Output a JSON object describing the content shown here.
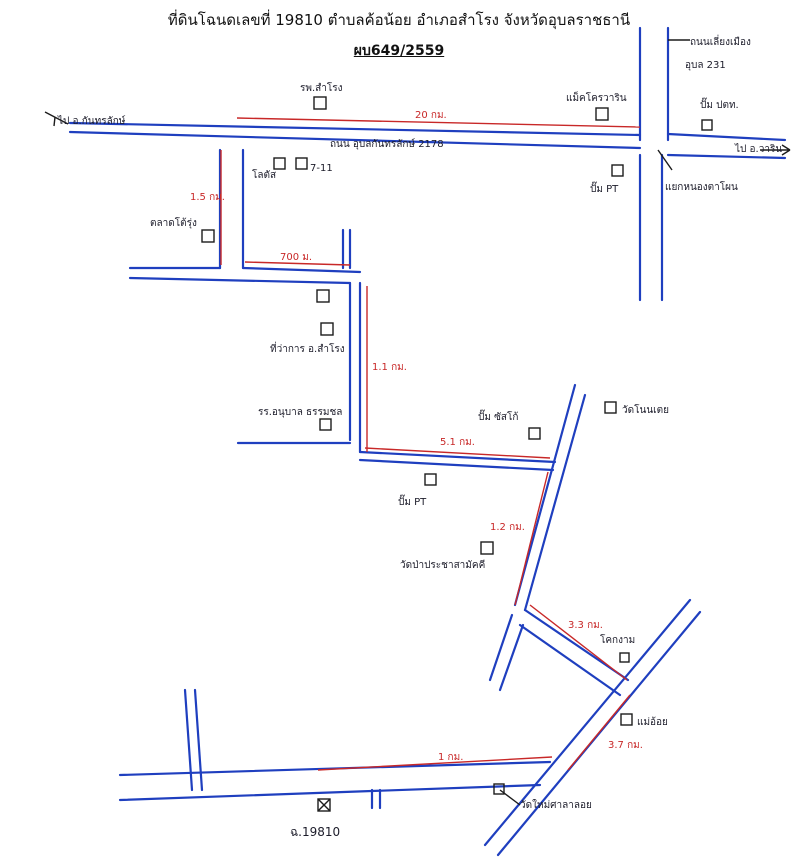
{
  "header": {
    "title": "ที่ดินโฉนดเลขที่ 19810 ตำบลค้อน้อย อำเภอสำโรง จังหวัดอุบลราชธานี",
    "subtitle": "ผบ649/2559"
  },
  "labels": {
    "road_main": "ถนน อุบลกันทรลักษ์ 2178",
    "to_kanthararak": "ไป อ.กันทรลักษ์",
    "to_warin": "ไป อ.วาริน",
    "road_231": "ถนนเลี่ยงเมือง",
    "road_231_no": "อุบล 231",
    "hospital_samrong": "รพ.สำโรง",
    "makro_warin": "แม็คโครวาริน",
    "gas_top": "ปั๊ม ปตท.",
    "intersection": "แยกหนองตาโผน",
    "lotus": "โลตัส",
    "seven": "7-11",
    "market": "ตลาดโต้รุ่ง",
    "gas_pt_right": "ปั๊ม PT",
    "amphoe_office": "ที่ว่าการ อ.สำโรง",
    "school": "รร.อนุบาล ธรรมชล",
    "pt_lower": "ปั๊ม PT",
    "gas_susco": "ปั๊ม ซัสโก้",
    "wat_nongtao": "วัดโนนเตย",
    "wat_pracha": "วัดป่าประชาสามัคคี",
    "kohngam": "โคกงาม",
    "mae_oi": "แม่อ้อย",
    "wat_maiklaw": "วัดใหม่ศาลาลอย",
    "parcel": "ฉ.19810"
  },
  "distances": {
    "d_top": "20 กม.",
    "d_15": "1.5 กม.",
    "d_700": "700 ม.",
    "d_11": "1.1 กม.",
    "d_51": "5.1 กม.",
    "d_12": "1.2 กม.",
    "d_33": "3.3 กม.",
    "d_37": "3.7 กม.",
    "d_1": "1 กม."
  },
  "colors": {
    "road": "#1f3fbf",
    "distance": "#c82828",
    "ink": "#1c1c1c"
  }
}
